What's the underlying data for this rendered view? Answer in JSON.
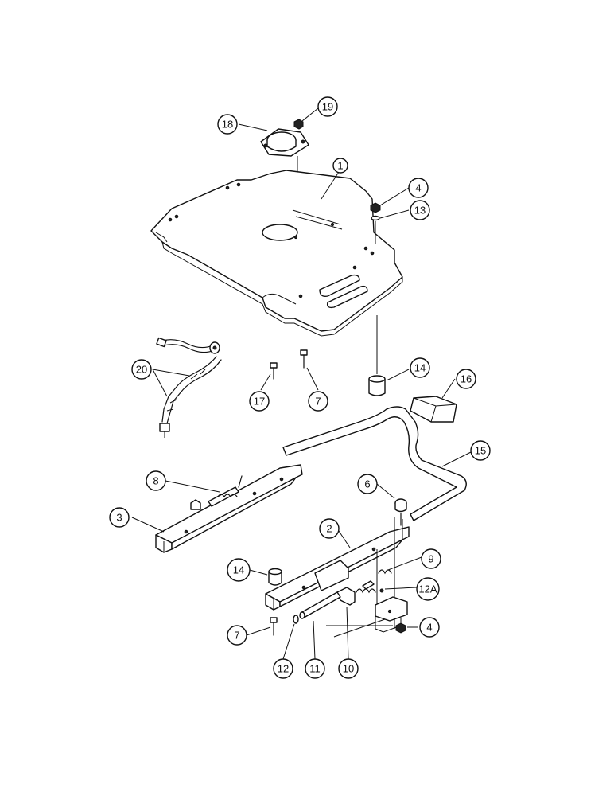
{
  "diagram": {
    "callouts": [
      {
        "id": "c19",
        "label": "19"
      },
      {
        "id": "c18",
        "label": "18"
      },
      {
        "id": "c1",
        "label": "1"
      },
      {
        "id": "c4a",
        "label": "4"
      },
      {
        "id": "c13",
        "label": "13"
      },
      {
        "id": "c14a",
        "label": "14"
      },
      {
        "id": "c16",
        "label": "16"
      },
      {
        "id": "c20",
        "label": "20"
      },
      {
        "id": "c17",
        "label": "17"
      },
      {
        "id": "c7a",
        "label": "7"
      },
      {
        "id": "c15",
        "label": "15"
      },
      {
        "id": "c8",
        "label": "8"
      },
      {
        "id": "c6",
        "label": "6"
      },
      {
        "id": "c3",
        "label": "3"
      },
      {
        "id": "c2",
        "label": "2"
      },
      {
        "id": "c9",
        "label": "9"
      },
      {
        "id": "c14b",
        "label": "14"
      },
      {
        "id": "c12a",
        "label": "12A"
      },
      {
        "id": "c7b",
        "label": "7"
      },
      {
        "id": "c4b",
        "label": "4"
      },
      {
        "id": "c12",
        "label": "12"
      },
      {
        "id": "c11",
        "label": "11"
      },
      {
        "id": "c10",
        "label": "10"
      }
    ]
  }
}
